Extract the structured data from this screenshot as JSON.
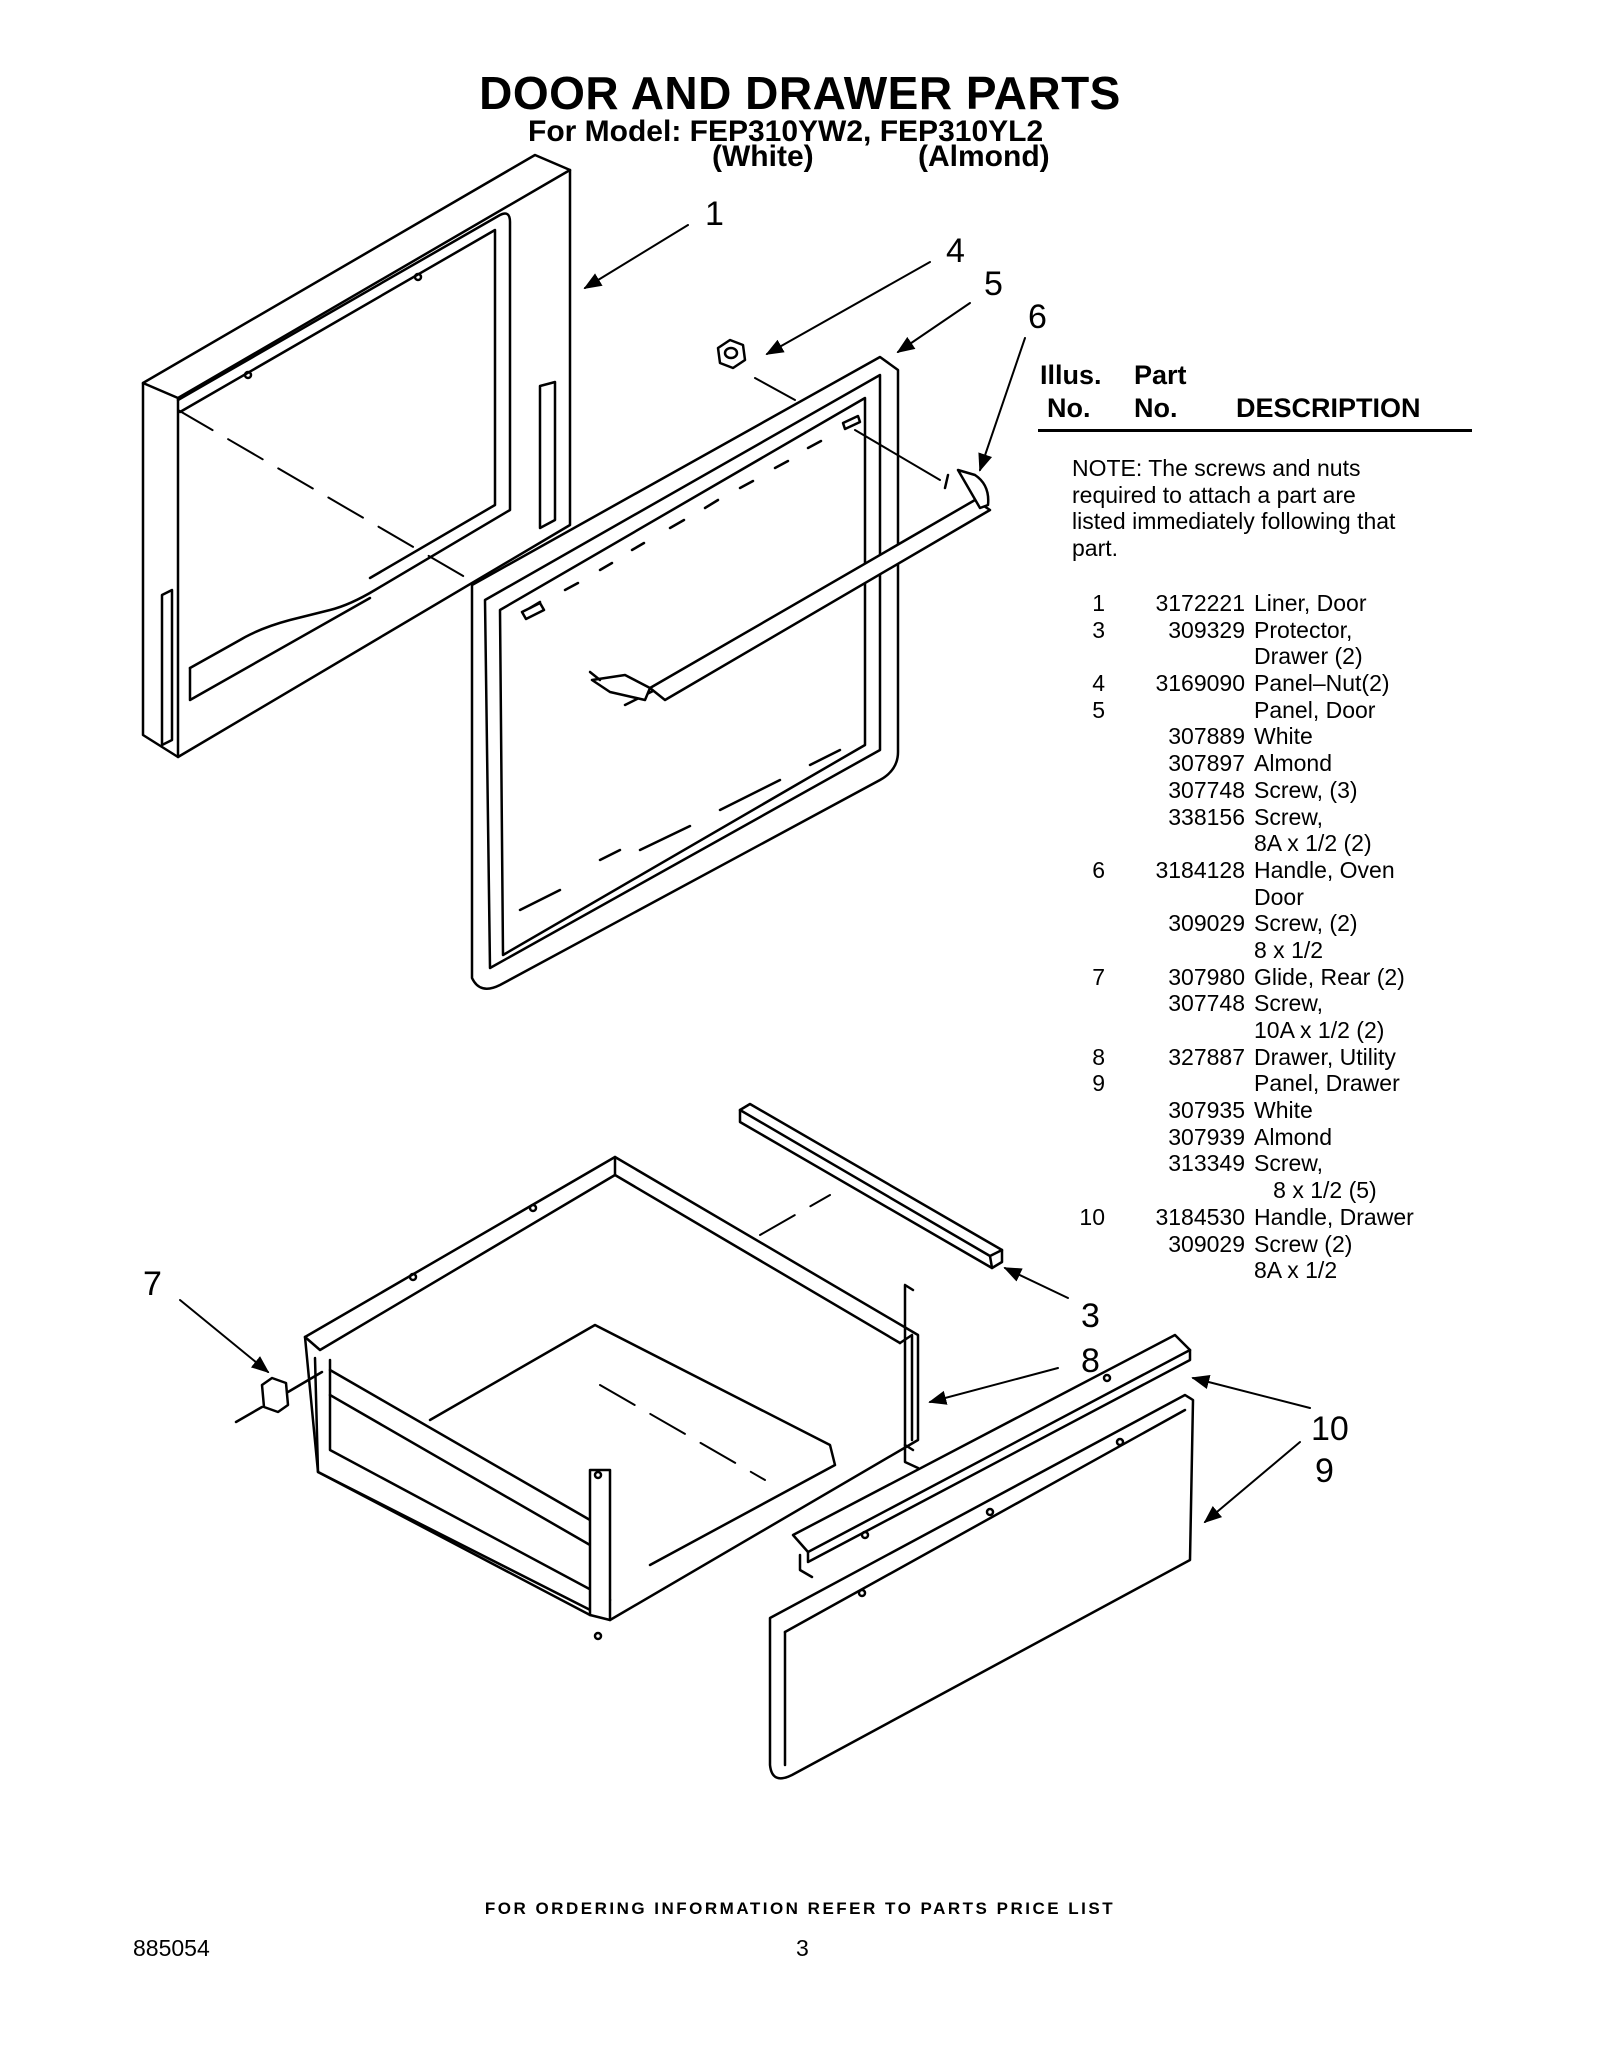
{
  "header": {
    "title": "DOOR AND DRAWER PARTS",
    "model_line": "For Model: FEP310YW2, FEP310YL2",
    "variant_white": "(White)",
    "variant_almond": "(Almond)"
  },
  "callouts": [
    "1",
    "4",
    "5",
    "6",
    "7",
    "3",
    "8",
    "10",
    "9"
  ],
  "parts_table": {
    "header": {
      "illus_line1": "Illus.",
      "illus_line2": "No.",
      "part_line1": "Part",
      "part_line2": "No.",
      "description": "DESCRIPTION"
    },
    "note": "NOTE: The screws and nuts required to attach a part are listed immediately following that part.",
    "rows": [
      {
        "illus": "1",
        "part": "3172221",
        "desc": "Liner, Door"
      },
      {
        "illus": "3",
        "part": "309329",
        "desc": "Protector,"
      },
      {
        "illus": "",
        "part": "",
        "desc": "Drawer (2)"
      },
      {
        "illus": "4",
        "part": "3169090",
        "desc": "Panel–Nut(2)"
      },
      {
        "illus": "5",
        "part": "",
        "desc": "Panel, Door"
      },
      {
        "illus": "",
        "part": "307889",
        "desc": "White"
      },
      {
        "illus": "",
        "part": "307897",
        "desc": "Almond"
      },
      {
        "illus": "",
        "part": "307748",
        "desc": "Screw, (3)"
      },
      {
        "illus": "",
        "part": "338156",
        "desc": "Screw,"
      },
      {
        "illus": "",
        "part": "",
        "desc": "8A x 1/2 (2)"
      },
      {
        "illus": "6",
        "part": "3184128",
        "desc": "Handle, Oven"
      },
      {
        "illus": "",
        "part": "",
        "desc": "Door"
      },
      {
        "illus": "",
        "part": "309029",
        "desc": "Screw, (2)"
      },
      {
        "illus": "",
        "part": "",
        "desc": "8 x 1/2"
      },
      {
        "illus": "7",
        "part": "307980",
        "desc": "Glide, Rear (2)"
      },
      {
        "illus": "",
        "part": "307748",
        "desc": "Screw,"
      },
      {
        "illus": "",
        "part": "",
        "desc": "10A x 1/2 (2)"
      },
      {
        "illus": "8",
        "part": "327887",
        "desc": "Drawer, Utility"
      },
      {
        "illus": "9",
        "part": "",
        "desc": "Panel, Drawer"
      },
      {
        "illus": "",
        "part": "307935",
        "desc": "White"
      },
      {
        "illus": "",
        "part": "307939",
        "desc": "Almond"
      },
      {
        "illus": "",
        "part": "313349",
        "desc": "Screw,"
      },
      {
        "illus": "",
        "part": "",
        "desc": "   8 x 1/2 (5)"
      },
      {
        "illus": "10",
        "part": "3184530",
        "desc": "Handle, Drawer"
      },
      {
        "illus": "",
        "part": "309029",
        "desc": "Screw (2)"
      },
      {
        "illus": "",
        "part": "",
        "desc": "8A x 1/2"
      }
    ]
  },
  "footer": {
    "ordering_note": "FOR ORDERING INFORMATION REFER TO PARTS PRICE LIST",
    "document_number": "885054",
    "page_number": "3"
  }
}
